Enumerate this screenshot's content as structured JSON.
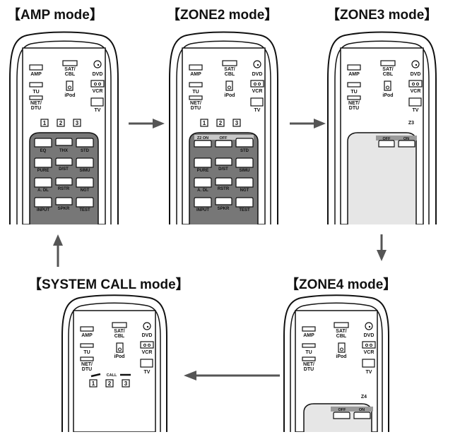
{
  "titles": {
    "amp": "【AMP mode】",
    "zone2": "【ZONE2 mode】",
    "zone3": "【ZONE3 mode】",
    "system_call": "【SYSTEM CALL mode】",
    "zone4": "【ZONE4 mode】"
  },
  "remote_labels": {
    "amp": "AMP",
    "sat": "SAT/",
    "cbl": "CBL",
    "dvd": "DVD",
    "tu": "TU",
    "ipod": "iPod",
    "vcr": "VCR",
    "net": "NET/",
    "dtu": "DTU",
    "tv": "TV",
    "num1": "1",
    "num2": "2",
    "num3": "3"
  },
  "amp_buttons": {
    "row1": [
      "EQ",
      "THX",
      "STD"
    ],
    "row2": [
      "PURE",
      "D/ST",
      "SIMU"
    ],
    "row3": [
      "A. DL",
      "RSTR",
      "NGT"
    ],
    "row4": [
      "INPUT",
      "SPKR",
      "TEST"
    ]
  },
  "zone2_buttons": {
    "row1": [
      "Z2 ON",
      "OFF",
      "STD"
    ],
    "row2": [
      "PURE",
      "D/ST",
      "SIMU"
    ],
    "row3": [
      "A. DL",
      "RSTR",
      "NGT"
    ],
    "row4": [
      "INPUT",
      "SPKR",
      "TEST"
    ]
  },
  "zone3": {
    "zone_label": "Z3",
    "off": "OFF",
    "on": "ON"
  },
  "zone4": {
    "zone_label": "Z4",
    "off": "OFF",
    "on": "ON"
  },
  "system_call": {
    "call_label": "CALL"
  }
}
